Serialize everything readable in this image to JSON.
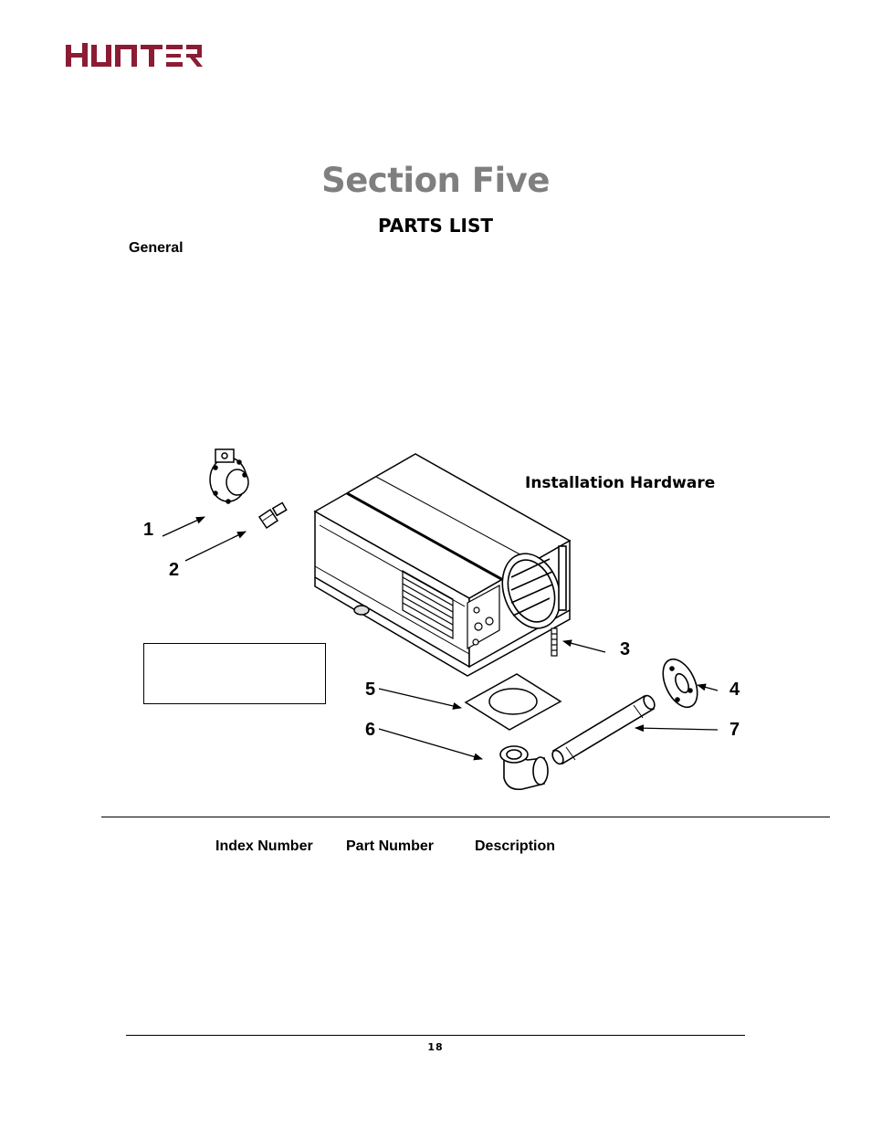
{
  "header": {
    "logo": "HUNTER"
  },
  "section_title": "Section Five",
  "heading": "PARTS LIST",
  "general_label": "General",
  "illustration": {
    "heading": "Installation Hardware",
    "callouts": [
      "1",
      "2",
      "3",
      "4",
      "5",
      "6",
      "7"
    ]
  },
  "colors": {
    "logo": "#8c1c34",
    "section_title": "#7f7f7f"
  },
  "table": {
    "columns": [
      "Index Number",
      "Part Number",
      "Description"
    ],
    "rows": []
  },
  "footer": {
    "page_number": "18"
  }
}
